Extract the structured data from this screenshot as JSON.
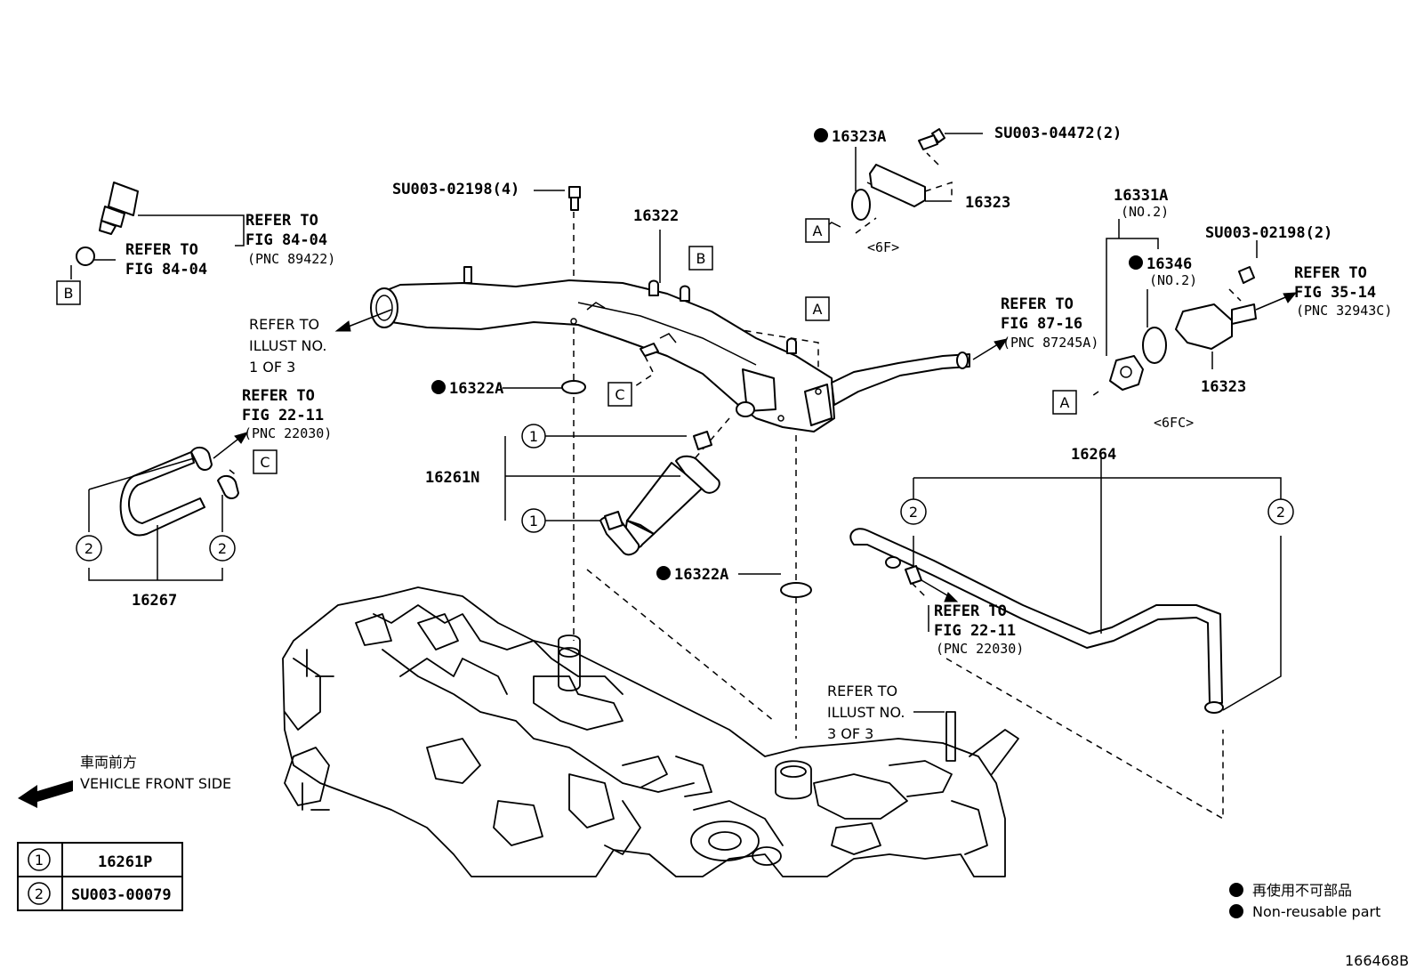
{
  "parts": {
    "p16323A": "16323A",
    "su_0447": "SU003-04472(2)",
    "p16323_top": "16323",
    "tag_6F": "<6F>",
    "su_02198_4": "SU003-02198(4)",
    "p16322": "16322",
    "p16331A": "16331A",
    "no2_a": "(NO.2)",
    "p16346": "16346",
    "no2_b": "(NO.2)",
    "su_02198_2": "SU003-02198(2)",
    "p16323_right": "16323",
    "tag_6FC": "<6FC>",
    "p16322A_1": "16322A",
    "p16322A_2": "16322A",
    "p16261N": "16261N",
    "p16264": "16264",
    "p16267": "16267"
  },
  "refs": {
    "r1": [
      "REFER TO",
      "FIG 84-04",
      "(PNC 89422)"
    ],
    "r2": [
      "REFER TO",
      "FIG 84-04"
    ],
    "r3": [
      "REFER TO",
      "ILLUST NO.",
      "1 OF 3"
    ],
    "r4": [
      "REFER TO",
      "FIG 22-11",
      "(PNC 22030)"
    ],
    "r5": [
      "REFER TO",
      "FIG 87-16",
      "(PNC 87245A)"
    ],
    "r6": [
      "REFER TO",
      "FIG 35-14",
      "(PNC 32943C)"
    ],
    "r7": [
      "REFER TO",
      "FIG 22-11",
      "(PNC 22030)"
    ],
    "r8": [
      "REFER TO",
      "ILLUST NO.",
      "3 OF 3"
    ]
  },
  "letters": {
    "A": "A",
    "B": "B",
    "C": "C"
  },
  "callouts": {
    "one": "1",
    "two": "2"
  },
  "direction": {
    "jp": "車両前方",
    "en": "VEHICLE FRONT SIDE"
  },
  "legend_table": [
    {
      "key": "1",
      "value": "16261P"
    },
    {
      "key": "2",
      "value": "SU003-00079"
    }
  ],
  "nonreusable": {
    "jp": "再使用不可部品",
    "en": "Non-reusable part"
  },
  "figure_id": "166468B"
}
